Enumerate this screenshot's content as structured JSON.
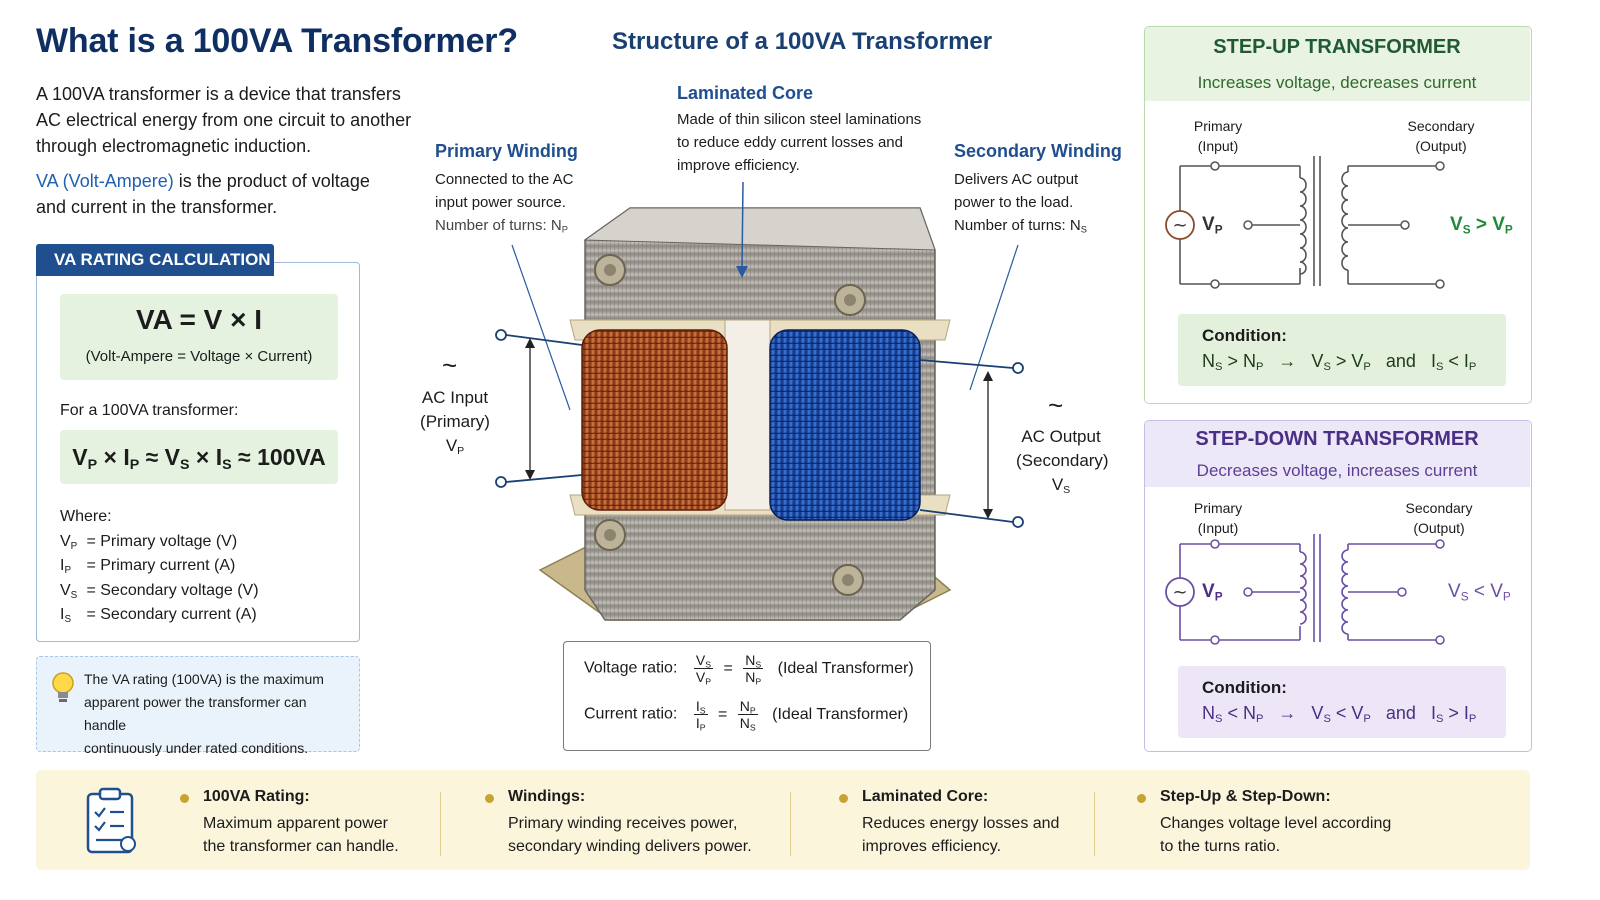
{
  "title": "What is a 100VA Transformer?",
  "intro": {
    "line1": "A 100VA transformer is a device that transfers",
    "line2": "AC electrical energy from one circuit to another",
    "line3": "through electromagnetic induction.",
    "va_term": "VA (Volt-Ampere)",
    "va_rest1": " is the product of voltage",
    "va_rest2": "and current in the transformer."
  },
  "va_box": {
    "tab": "VA RATING CALCULATION",
    "formula": "VA = V × I",
    "formula_note": "(Volt-Ampere = Voltage × Current)",
    "for_100": "For a 100VA transformer:",
    "where": "Where:",
    "defs": [
      {
        "sym": "V",
        "sub": "P",
        "text": "= Primary voltage (V)"
      },
      {
        "sym": "I",
        "sub": "P",
        "text": "= Primary current (A)"
      },
      {
        "sym": "V",
        "sub": "S",
        "text": "= Secondary voltage (V)"
      },
      {
        "sym": "I",
        "sub": "S",
        "text": "= Secondary current (A)"
      }
    ]
  },
  "tip": {
    "line1": "The VA rating (100VA) is the maximum",
    "line2": "apparent power the transformer can handle",
    "line3": "continuously under rated conditions."
  },
  "structure": {
    "title": "Structure of a 100VA Transformer",
    "core_head": "Laminated Core",
    "core_t1": "Made of thin silicon steel laminations",
    "core_t2": "to reduce eddy current losses and",
    "core_t3": "improve efficiency.",
    "primary_head": "Primary Winding",
    "primary_t1": "Connected to the AC",
    "primary_t2": "input power source.",
    "turns_label": "Number of turns: ",
    "secondary_head": "Secondary Winding",
    "secondary_t1": "Delivers AC output",
    "secondary_t2": "power to the load.",
    "ac_in1": "AC Input",
    "ac_in2": "(Primary)",
    "ac_out1": "AC Output",
    "ac_out2": "(Secondary)",
    "tilde": "~",
    "voltage_ratio": "Voltage ratio:",
    "current_ratio": "Current ratio:",
    "ideal": "(Ideal Transformer)"
  },
  "step_up": {
    "title": "STEP-UP TRANSFORMER",
    "subtitle": "Increases voltage, decreases current",
    "primary": "Primary",
    "input": "(Input)",
    "secondary": "Secondary",
    "output": "(Output)",
    "cond_head": "Condition:",
    "and": "and"
  },
  "step_down": {
    "title": "STEP-DOWN TRANSFORMER",
    "subtitle": "Decreases voltage, increases current",
    "primary": "Primary",
    "input": "(Input)",
    "secondary": "Secondary",
    "output": "(Output)",
    "cond_head": "Condition:",
    "and": "and"
  },
  "bottom": [
    {
      "head": "100VA Rating:",
      "l1": "Maximum apparent power",
      "l2": "the transformer can handle."
    },
    {
      "head": "Windings:",
      "l1": "Primary winding receives power,",
      "l2": "secondary winding delivers power."
    },
    {
      "head": "Laminated Core:",
      "l1": "Reduces energy losses and",
      "l2": "improves efficiency."
    },
    {
      "head": "Step-Up & Step-Down:",
      "l1": "Changes voltage level according",
      "l2": "to the turns ratio."
    }
  ],
  "colors": {
    "navy": "#0f2f63",
    "copper": "#b4582a",
    "blue_coil": "#1e4fa8",
    "green": "#1f5a33",
    "purple": "#4b2f85"
  }
}
